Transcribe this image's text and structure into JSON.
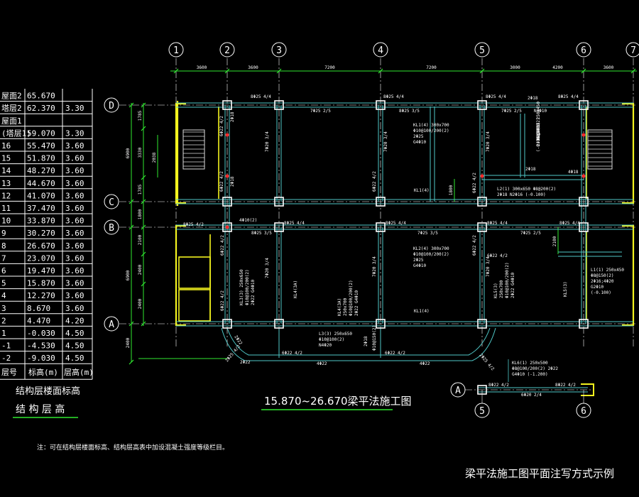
{
  "colors": {
    "background": "#000000",
    "beam": "#4fc7c7",
    "wall": "#f4f41e",
    "dim": "#2fe82f",
    "text": "#ffffff",
    "accent": "#ff2a2a",
    "axis": "#ffffff",
    "column": "#ffffff"
  },
  "level_table": {
    "rows": [
      {
        "floor": "屋面2",
        "elev": "65.670",
        "height": ""
      },
      {
        "floor": "塔层2",
        "elev": "62.370",
        "height": "3.30"
      },
      {
        "floor": "屋面1",
        "elev": "",
        "height": ""
      },
      {
        "floor": "(塔层1)",
        "elev": "59.070",
        "height": "3.30"
      },
      {
        "floor": "16",
        "elev": "55.470",
        "height": "3.60"
      },
      {
        "floor": "15",
        "elev": "51.870",
        "height": "3.60"
      },
      {
        "floor": "14",
        "elev": "48.270",
        "height": "3.60"
      },
      {
        "floor": "13",
        "elev": "44.670",
        "height": "3.60"
      },
      {
        "floor": "12",
        "elev": "41.070",
        "height": "3.60"
      },
      {
        "floor": "11",
        "elev": "37.470",
        "height": "3.60"
      },
      {
        "floor": "10",
        "elev": "33.870",
        "height": "3.60"
      },
      {
        "floor": "9",
        "elev": "30.270",
        "height": "3.60"
      },
      {
        "floor": "8",
        "elev": "26.670",
        "height": "3.60"
      },
      {
        "floor": "7",
        "elev": "23.070",
        "height": "3.60"
      },
      {
        "floor": "6",
        "elev": "19.470",
        "height": "3.60"
      },
      {
        "floor": "5",
        "elev": "15.870",
        "height": "3.60"
      },
      {
        "floor": "4",
        "elev": "12.270",
        "height": "3.60"
      },
      {
        "floor": "3",
        "elev": "8.670",
        "height": "3.60"
      },
      {
        "floor": "2",
        "elev": "4.470",
        "height": "4.20"
      },
      {
        "floor": "1",
        "elev": "-0.030",
        "height": "4.50"
      },
      {
        "floor": "-1",
        "elev": "-4.530",
        "height": "4.50"
      },
      {
        "floor": "-2",
        "elev": "-9.030",
        "height": "4.50"
      }
    ],
    "header": {
      "floor": "层号",
      "elev": "标高(m)",
      "height": "层高(m)"
    },
    "caption1": "结构层楼面标高",
    "caption2": "结 构 层 高"
  },
  "axes": {
    "columns": [
      "1",
      "2",
      "3",
      "4",
      "5",
      "6",
      "7"
    ],
    "rows": [
      "D",
      "C",
      "B",
      "A"
    ],
    "top_dims": [
      "3600",
      "3600",
      "7200",
      "7200",
      "3000",
      "4200",
      "3600"
    ],
    "left_dims": [
      "1785",
      "3330",
      "1785",
      "1800",
      "2100",
      "2400",
      "2400"
    ],
    "left_totals": [
      "6900",
      "6900"
    ],
    "left_outer": "2400",
    "inner_dim_a": "2038",
    "inner_dim_b": "1800",
    "inner_dim_c": "2100"
  },
  "beam_labels": {
    "top_row": [
      "8Φ25 4/4",
      "8Φ25 4/4",
      "8Φ25 4/4",
      "8Φ25 4/4"
    ],
    "top_mid": [
      "7Φ25 2/5",
      "8Φ25 3/5",
      "7Φ25 2/5",
      "N4Φ10"
    ],
    "kl1": [
      "KL1(4) 300x700",
      "Φ10@100/200(2)",
      "2Φ25",
      "G4Φ10"
    ],
    "kl1_short": "KL1(4)",
    "l4": [
      "L4(1) 250x450",
      "Φ8@100(2)",
      "2Φ16;3Φ18",
      "(-0.100)"
    ],
    "l2": [
      "L2(1) 300x650 Φ8@200(2)",
      "2Φ18 N2Φ16 (-0.100)"
    ],
    "vert": [
      "6Φ22 4/2",
      "7Φ20 3/4",
      "7Φ20 3/4",
      "7Φ20 3/4",
      "6Φ22 4/2",
      "6Φ22 4/2"
    ],
    "misc": [
      "2Φ18",
      "2Φ18",
      "4Φ10(2)",
      "2Φ18",
      "4Φ18",
      "2Φ18"
    ],
    "mid_row": [
      "8Φ25 4/2",
      "8Φ25 4/4",
      "8Φ25 4/4",
      "8Φ25 4/4",
      "8Φ25 4/4",
      "8Φ25 3/5",
      "7Φ25 3/5",
      "7Φ25 2/5"
    ],
    "kl2": [
      "KL2(4) 300x700",
      "Φ10@100/200(2)",
      "2Φ25",
      "G4Φ10"
    ],
    "kl3": [
      "KL3(3) 250x650",
      "Φ10@100/200(2)",
      "2Φ22 G4Φ10"
    ],
    "kl3_short": "KL4(3A)",
    "kl4": [
      "KL4(3A)",
      "250x700",
      "Φ10@100/200(2)",
      "2Φ22  G4Φ10"
    ],
    "kl5": [
      "KL5(3)",
      "250x700",
      "Φ10@100/200(2)",
      "2Φ22  G4Φ10"
    ],
    "kl5_short": "KL5(3)",
    "l1": [
      "L1(1) 250x450",
      "Φ8@150(2)",
      "2Φ16;4Φ20",
      "G2Φ10",
      "(-0.100)"
    ],
    "kl4_short": "KL1(4)",
    "l3": [
      "L3(3) 250x650",
      "Φ10@100(2)",
      "N4Φ20"
    ],
    "bottom": [
      "6Φ22 4/2",
      "4Φ22",
      "6Φ22 4/2",
      "4Φ22",
      "6Φ22 4/2",
      "2Φ18",
      "Φ10@150(2)"
    ],
    "arc": [
      "2Φ25 4/2",
      "2Φ25 4/2",
      "2Φ22",
      "2Φ22"
    ],
    "kl6": [
      "KL6(1) 250x500",
      "Φ8@100/200(2) 2Φ22",
      "G4Φ10 (-1.200)"
    ],
    "kl6_beam": [
      "8Φ22 4/2",
      "6Φ20 2/4",
      "8Φ22 4/2"
    ]
  },
  "detail_axes": {
    "row": "A",
    "cols": [
      "5",
      "6"
    ]
  },
  "plan_title": "15.870~26.670梁平法施工图",
  "note": "注：可在结构层楼面标高、结构层高表中加设混凝土强度等级栏目。",
  "bottom_title": "梁平法施工图平面注写方式示例"
}
